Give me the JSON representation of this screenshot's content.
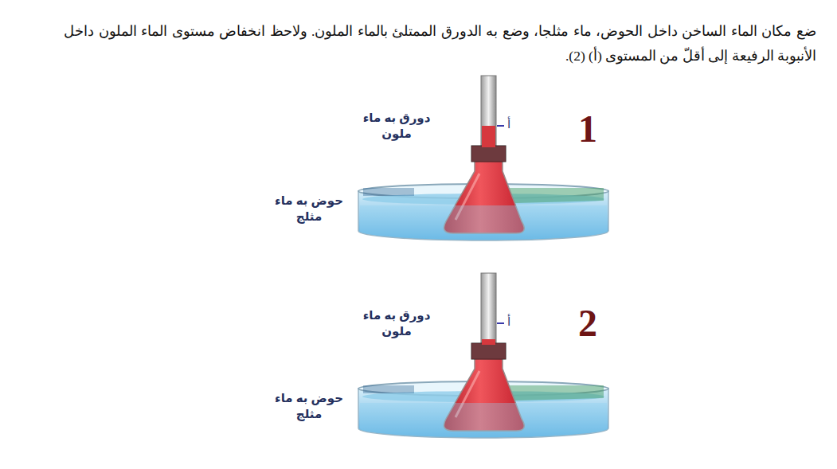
{
  "diagram": {
    "labels": [
      "ضع مكان الماء الساخن داخل الحوض، ماء مثلجا، وضع به الدورق الممتلئ بالماء الملون. ولاحظ انخفاض مستوى الماء الملون داخل الأنبوبة الرفيعة إلى أقلّ من المستوى (أ) (2).",
      "دورق به ماء ملون",
      "أ",
      "1",
      "حوض به ماء مثلج",
      "دورق به ماء ملون",
      "أ",
      "2",
      "حوض به ماء مثلج"
    ]
  }
}
